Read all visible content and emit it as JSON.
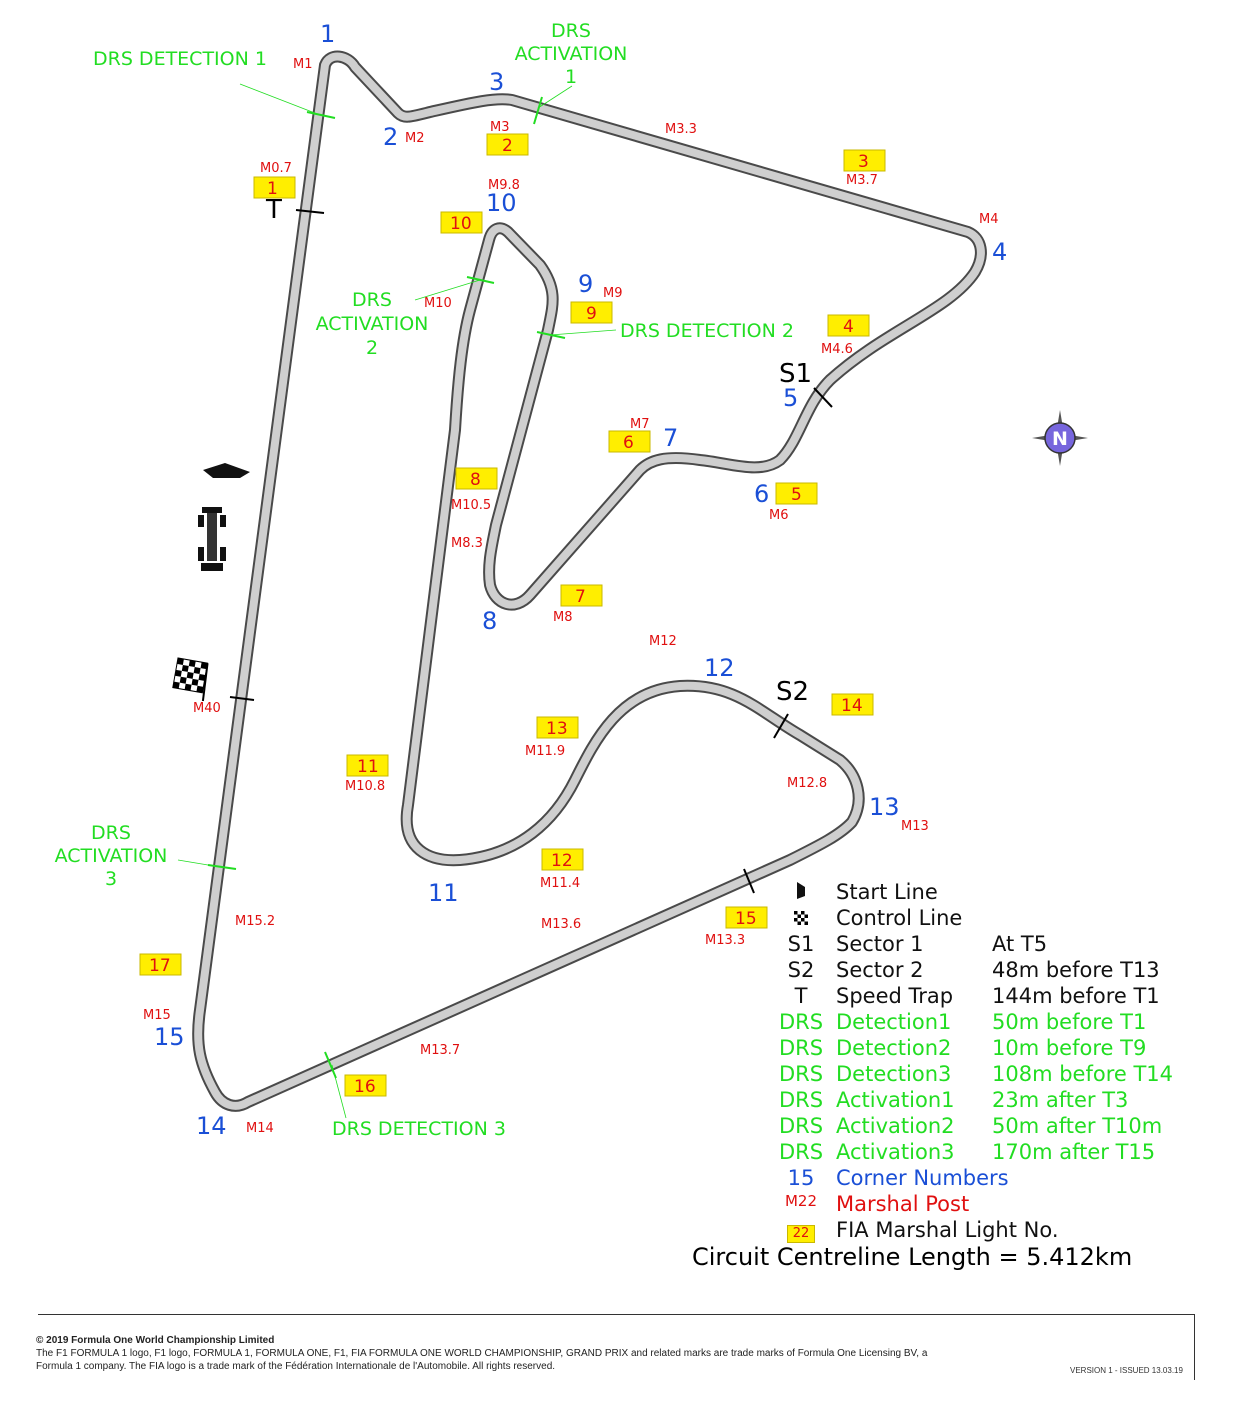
{
  "corners": [
    {
      "id": "1",
      "label": "1"
    },
    {
      "id": "2",
      "label": "2"
    },
    {
      "id": "3",
      "label": "3"
    },
    {
      "id": "4",
      "label": "4"
    },
    {
      "id": "5",
      "label": "5"
    },
    {
      "id": "6",
      "label": "6"
    },
    {
      "id": "7",
      "label": "7"
    },
    {
      "id": "8",
      "label": "8"
    },
    {
      "id": "9",
      "label": "9"
    },
    {
      "id": "10",
      "label": "10"
    },
    {
      "id": "11",
      "label": "11"
    },
    {
      "id": "12",
      "label": "12"
    },
    {
      "id": "13",
      "label": "13"
    },
    {
      "id": "14",
      "label": "14"
    },
    {
      "id": "15",
      "label": "15"
    }
  ],
  "marshal_posts": [
    "M1",
    "M2",
    "M3",
    "M3.3",
    "M3.7",
    "M4",
    "M4.6",
    "M6",
    "M7",
    "M8",
    "M8.3",
    "M9",
    "M9.8",
    "M10",
    "M10.5",
    "M10.8",
    "M11.4",
    "M11.9",
    "M12",
    "M12.8",
    "M13",
    "M13.3",
    "M13.6",
    "M13.7",
    "M14",
    "M15",
    "M15.2",
    "M40",
    "M0.7"
  ],
  "marshal_lights": [
    "1",
    "2",
    "3",
    "4",
    "5",
    "6",
    "7",
    "8",
    "9",
    "10",
    "11",
    "12",
    "13",
    "14",
    "15",
    "16",
    "17"
  ],
  "drs_labels": {
    "detection1": "DRS DETECTION 1",
    "detection2": "DRS DETECTION 2",
    "detection3": "DRS DETECTION 3",
    "activation1": [
      "DRS",
      "ACTIVATION",
      "1"
    ],
    "activation2": [
      "DRS",
      "ACTIVATION",
      "2"
    ],
    "activation3": [
      "DRS",
      "ACTIVATION",
      "3"
    ]
  },
  "sectors": {
    "s1": "S1",
    "s2": "S2",
    "speed_trap": "T"
  },
  "compass": {
    "label": "N"
  },
  "legend": [
    {
      "symbol": "flag-start",
      "label": "Start Line",
      "value": "",
      "color": "black"
    },
    {
      "symbol": "flag-checkered",
      "label": "Control Line",
      "value": "",
      "color": "black"
    },
    {
      "symbol": "S1",
      "label": "Sector 1",
      "value": "At T5",
      "color": "black"
    },
    {
      "symbol": "S2",
      "label": "Sector 2",
      "value": "48m before T13",
      "color": "black"
    },
    {
      "symbol": "T",
      "label": "Speed Trap",
      "value": "144m before T1",
      "color": "black"
    },
    {
      "symbol": "DRS",
      "label": "Detection1",
      "value": "50m before T1",
      "color": "green"
    },
    {
      "symbol": "DRS",
      "label": "Detection2",
      "value": "10m before T9",
      "color": "green"
    },
    {
      "symbol": "DRS",
      "label": "Detection3",
      "value": "108m before T14",
      "color": "green"
    },
    {
      "symbol": "DRS",
      "label": "Activation1",
      "value": "23m after T3",
      "color": "green"
    },
    {
      "symbol": "DRS",
      "label": "Activation2",
      "value": "50m after T10m",
      "color": "green"
    },
    {
      "symbol": "DRS",
      "label": "Activation3",
      "value": "170m after T15",
      "color": "green"
    },
    {
      "symbol": "15",
      "label": "Corner Numbers",
      "value": "",
      "color": "blue"
    },
    {
      "symbol": "M22",
      "label": "Marshal Post",
      "value": "",
      "color": "red"
    },
    {
      "symbol": "22",
      "label": "FIA Marshal Light No.",
      "value": "",
      "color": "black"
    }
  ],
  "circuit_length": "Circuit Centreline Length = 5.412km",
  "footer": {
    "copyright": "© 2019 Formula One World Championship Limited",
    "line1": "The F1 FORMULA 1 logo, F1 logo, FORMULA 1, FORMULA ONE, F1, FIA FORMULA ONE WORLD CHAMPIONSHIP, GRAND PRIX and related marks are trade marks of Formula One Licensing BV, a",
    "line2": "Formula 1 company. The FIA logo is a trade mark of the Fédération Internationale de l'Automobile. All rights reserved.",
    "version": "VERSION 1 - ISSUED 13.03.19"
  },
  "colors": {
    "corner": "#1a4fd6",
    "marshal": "#e01010",
    "drs": "#22dd22",
    "light_box": "#ffee00",
    "track_fill": "#cfcfcf",
    "track_edge": "#4a4a4a"
  }
}
